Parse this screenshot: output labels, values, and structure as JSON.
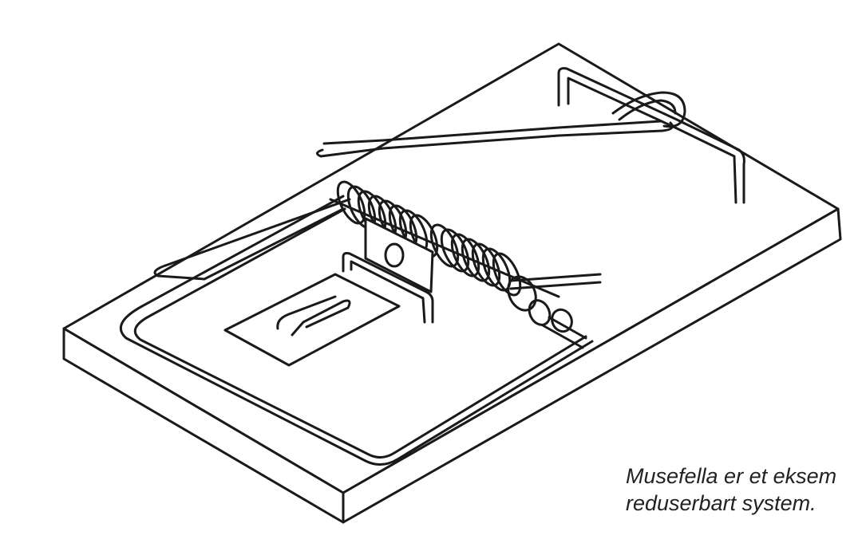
{
  "caption": {
    "line1": "Musefella er et eksem",
    "line2": "reduserbart system."
  },
  "colors": {
    "background": "#ffffff",
    "line": "#1a1a1a",
    "caption_text": "#222222"
  },
  "illustration": {
    "subject": "mousetrap-line-drawing",
    "spring_coils": 15
  }
}
